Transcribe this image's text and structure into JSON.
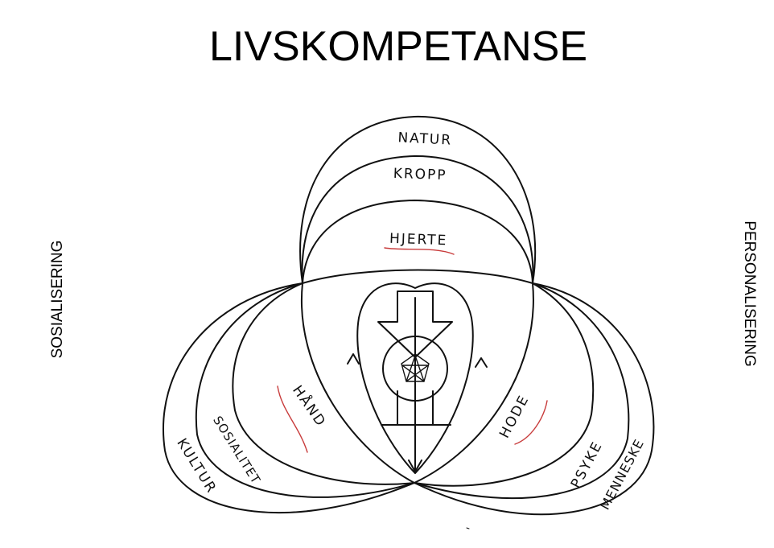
{
  "title": "LIVSKOMPETANSE",
  "side_labels": {
    "left": "SOSIALISERING",
    "right": "PERSONALISERING"
  },
  "top_circle": {
    "outer": "NATUR",
    "middle": "KROPP",
    "inner": "HJERTE"
  },
  "left_circle": {
    "outer": "KULTUR",
    "middle": "SOSIALITET",
    "inner": "HÅND"
  },
  "right_circle": {
    "outer": "MENNESKE",
    "middle": "PSYKE",
    "inner": "HODE"
  },
  "colors": {
    "ink": "#111111",
    "underline_accent": "#c83c3c"
  }
}
